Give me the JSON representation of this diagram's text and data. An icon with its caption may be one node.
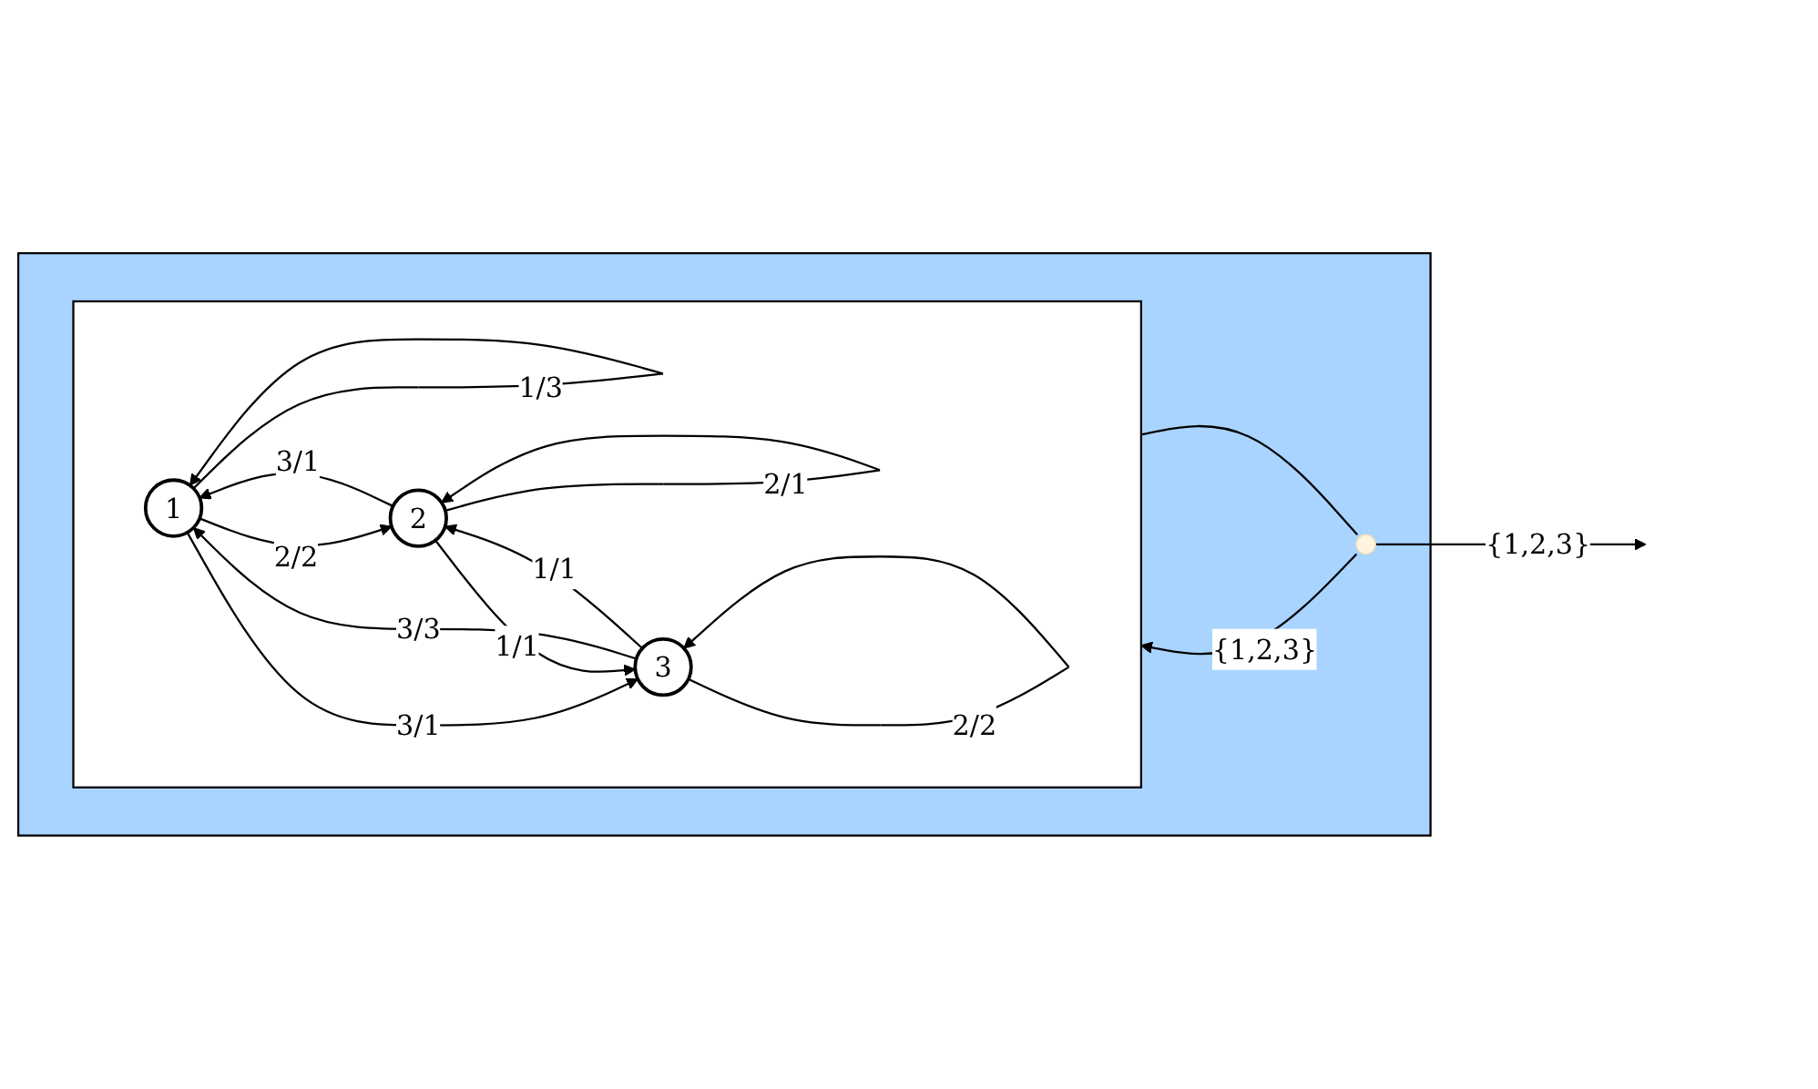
{
  "diagram": {
    "nodes": [
      {
        "text": [],
        "shape": "box"
      },
      {
        "text": [],
        "shape": "box",
        "in": 0
      },
      {
        "text": [
          "1"
        ],
        "in": 1
      },
      {
        "text": [
          "2"
        ],
        "in": 1
      },
      {
        "text": [
          "3"
        ],
        "in": 1
      },
      {
        "text": [],
        "shape": "circle",
        "in": 0
      }
    ],
    "edges": [
      {
        "from": 2,
        "to": 2,
        "label": "1/3",
        "arrow": "to"
      },
      {
        "from": 2,
        "to": 3,
        "label": "2/2",
        "arrow": "to"
      },
      {
        "from": 3,
        "to": 2,
        "label": "3/1",
        "arrow": "to"
      },
      {
        "from": 4,
        "to": 2,
        "label": "3/3",
        "arrow": "to"
      },
      {
        "from": 2,
        "to": 4,
        "label": "3/1",
        "arrow": "to"
      },
      {
        "from": 4,
        "to": 3,
        "label": "1/1",
        "arrow": "to"
      },
      {
        "from": 3,
        "to": 4,
        "label": "1/1",
        "arrow": "to"
      },
      {
        "from": 3,
        "to": 3,
        "label": "2/1",
        "arrow": "to"
      },
      {
        "from": 4,
        "to": 4,
        "label": "2/2",
        "arrow": "to"
      },
      {
        "from": 1,
        "to": 5,
        "arrow": "none"
      },
      {
        "from": 5,
        "to": 1,
        "label": "{1,2,3}",
        "arrow": "to"
      },
      {
        "from": 5,
        "to": null,
        "label": "{1,2,3}",
        "arrow": "to"
      }
    ]
  }
}
